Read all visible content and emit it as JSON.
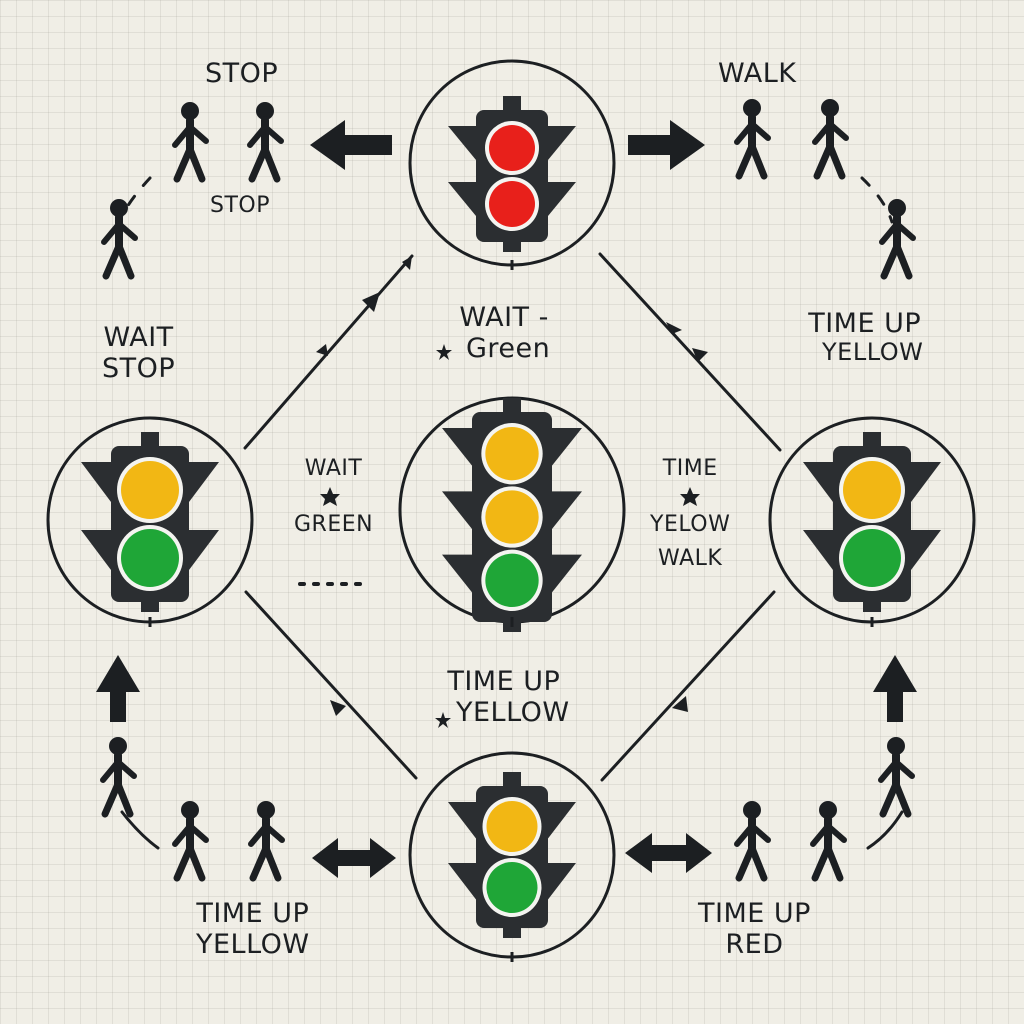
{
  "colors": {
    "red": "#e8201b",
    "yellow": "#f2b714",
    "green": "#1fa637",
    "housing": "#2b2e31",
    "ink": "#1c1f22",
    "background": "#f0eee6"
  },
  "lights": [
    {
      "id": "top",
      "lamps": [
        "red",
        "red"
      ]
    },
    {
      "id": "left",
      "lamps": [
        "yellow",
        "green"
      ]
    },
    {
      "id": "center",
      "lamps": [
        "yellow",
        "yellow",
        "green"
      ]
    },
    {
      "id": "right",
      "lamps": [
        "yellow",
        "green"
      ]
    },
    {
      "id": "bottom",
      "lamps": [
        "yellow",
        "green"
      ]
    }
  ],
  "labels": {
    "top_left_stop_1": "STOP",
    "top_left_stop_2": "STOP",
    "top_right_walk": "WALK",
    "left_wait": "WAIT",
    "left_stop": "STOP",
    "center_top_wait": "WAIT -",
    "center_top_green": "Green",
    "right_time_up": "TIME UP",
    "right_yellow": "YELLOW",
    "center_left_wait": "WAIT",
    "center_left_green": "GREEN",
    "center_right_time": "TIME",
    "center_right_yelow": "YELOW",
    "center_right_walk": "WALK",
    "center_bottom_time_up": "TIME UP",
    "center_bottom_yellow": "YELLOW",
    "bottom_left_time_up": "TIME UP",
    "bottom_left_yellow": "YELLOW",
    "bottom_right_time_up": "TIME UP",
    "bottom_right_red": "RED"
  },
  "icons": [
    "traffic-light-icon",
    "pedestrian-icon",
    "arrow-icon",
    "star-icon"
  ]
}
